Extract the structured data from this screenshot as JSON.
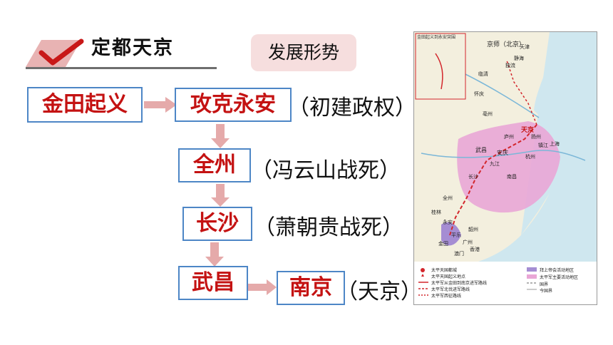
{
  "header": {
    "title": "定都天京",
    "badge": "发展形势"
  },
  "flow": {
    "start": "金田起义",
    "yongan": "攻克永安",
    "yongan_note": "（初建政权）",
    "quanzhou": "全州",
    "quanzhou_note": "（冯云山战死）",
    "changsha": "长沙",
    "changsha_note": "（萧朝贵战死）",
    "wuchang": "武昌",
    "nanjing": "南京",
    "nanjing_note": "（天京）"
  },
  "map": {
    "inset_title": "金田起义到永安突围",
    "cities": {
      "tianjing": "天京",
      "beijing": "京师（北京）",
      "tianjin": "天津",
      "jinghai": "静海",
      "duliu": "独流",
      "wuchang": "武昌",
      "anqing": "安庆",
      "nanchang": "南昌",
      "hangzhou": "杭州",
      "shanghai": "上海",
      "changsha": "长沙",
      "quanzhou": "全州",
      "guilin": "桂林",
      "yongan": "永安",
      "guangzhou": "广州",
      "hongkong": "香港",
      "lianzhen": "临清",
      "huaiqing": "怀庆",
      "luzhou": "庐州",
      "jiujiang": "九江",
      "yangzhou": "扬州",
      "zhenjiang": "镇江",
      "jintian": "金田",
      "pingle": "平乐",
      "shaozhou": "韶州",
      "aomen": "澳门",
      "haozhou": "亳州"
    },
    "legend": [
      "太平天国都城",
      "太平天国起义地点",
      "太平军从金田到南京进军路线",
      "太平军北伐进军路线",
      "太平军西征路线",
      "拜上帝会活动地区",
      "太平军主要活动地区",
      "国界",
      "今国界"
    ],
    "colors": {
      "territory": "#e9a6d6",
      "route": "#d3262c",
      "sea": "#cfe7ef"
    }
  }
}
